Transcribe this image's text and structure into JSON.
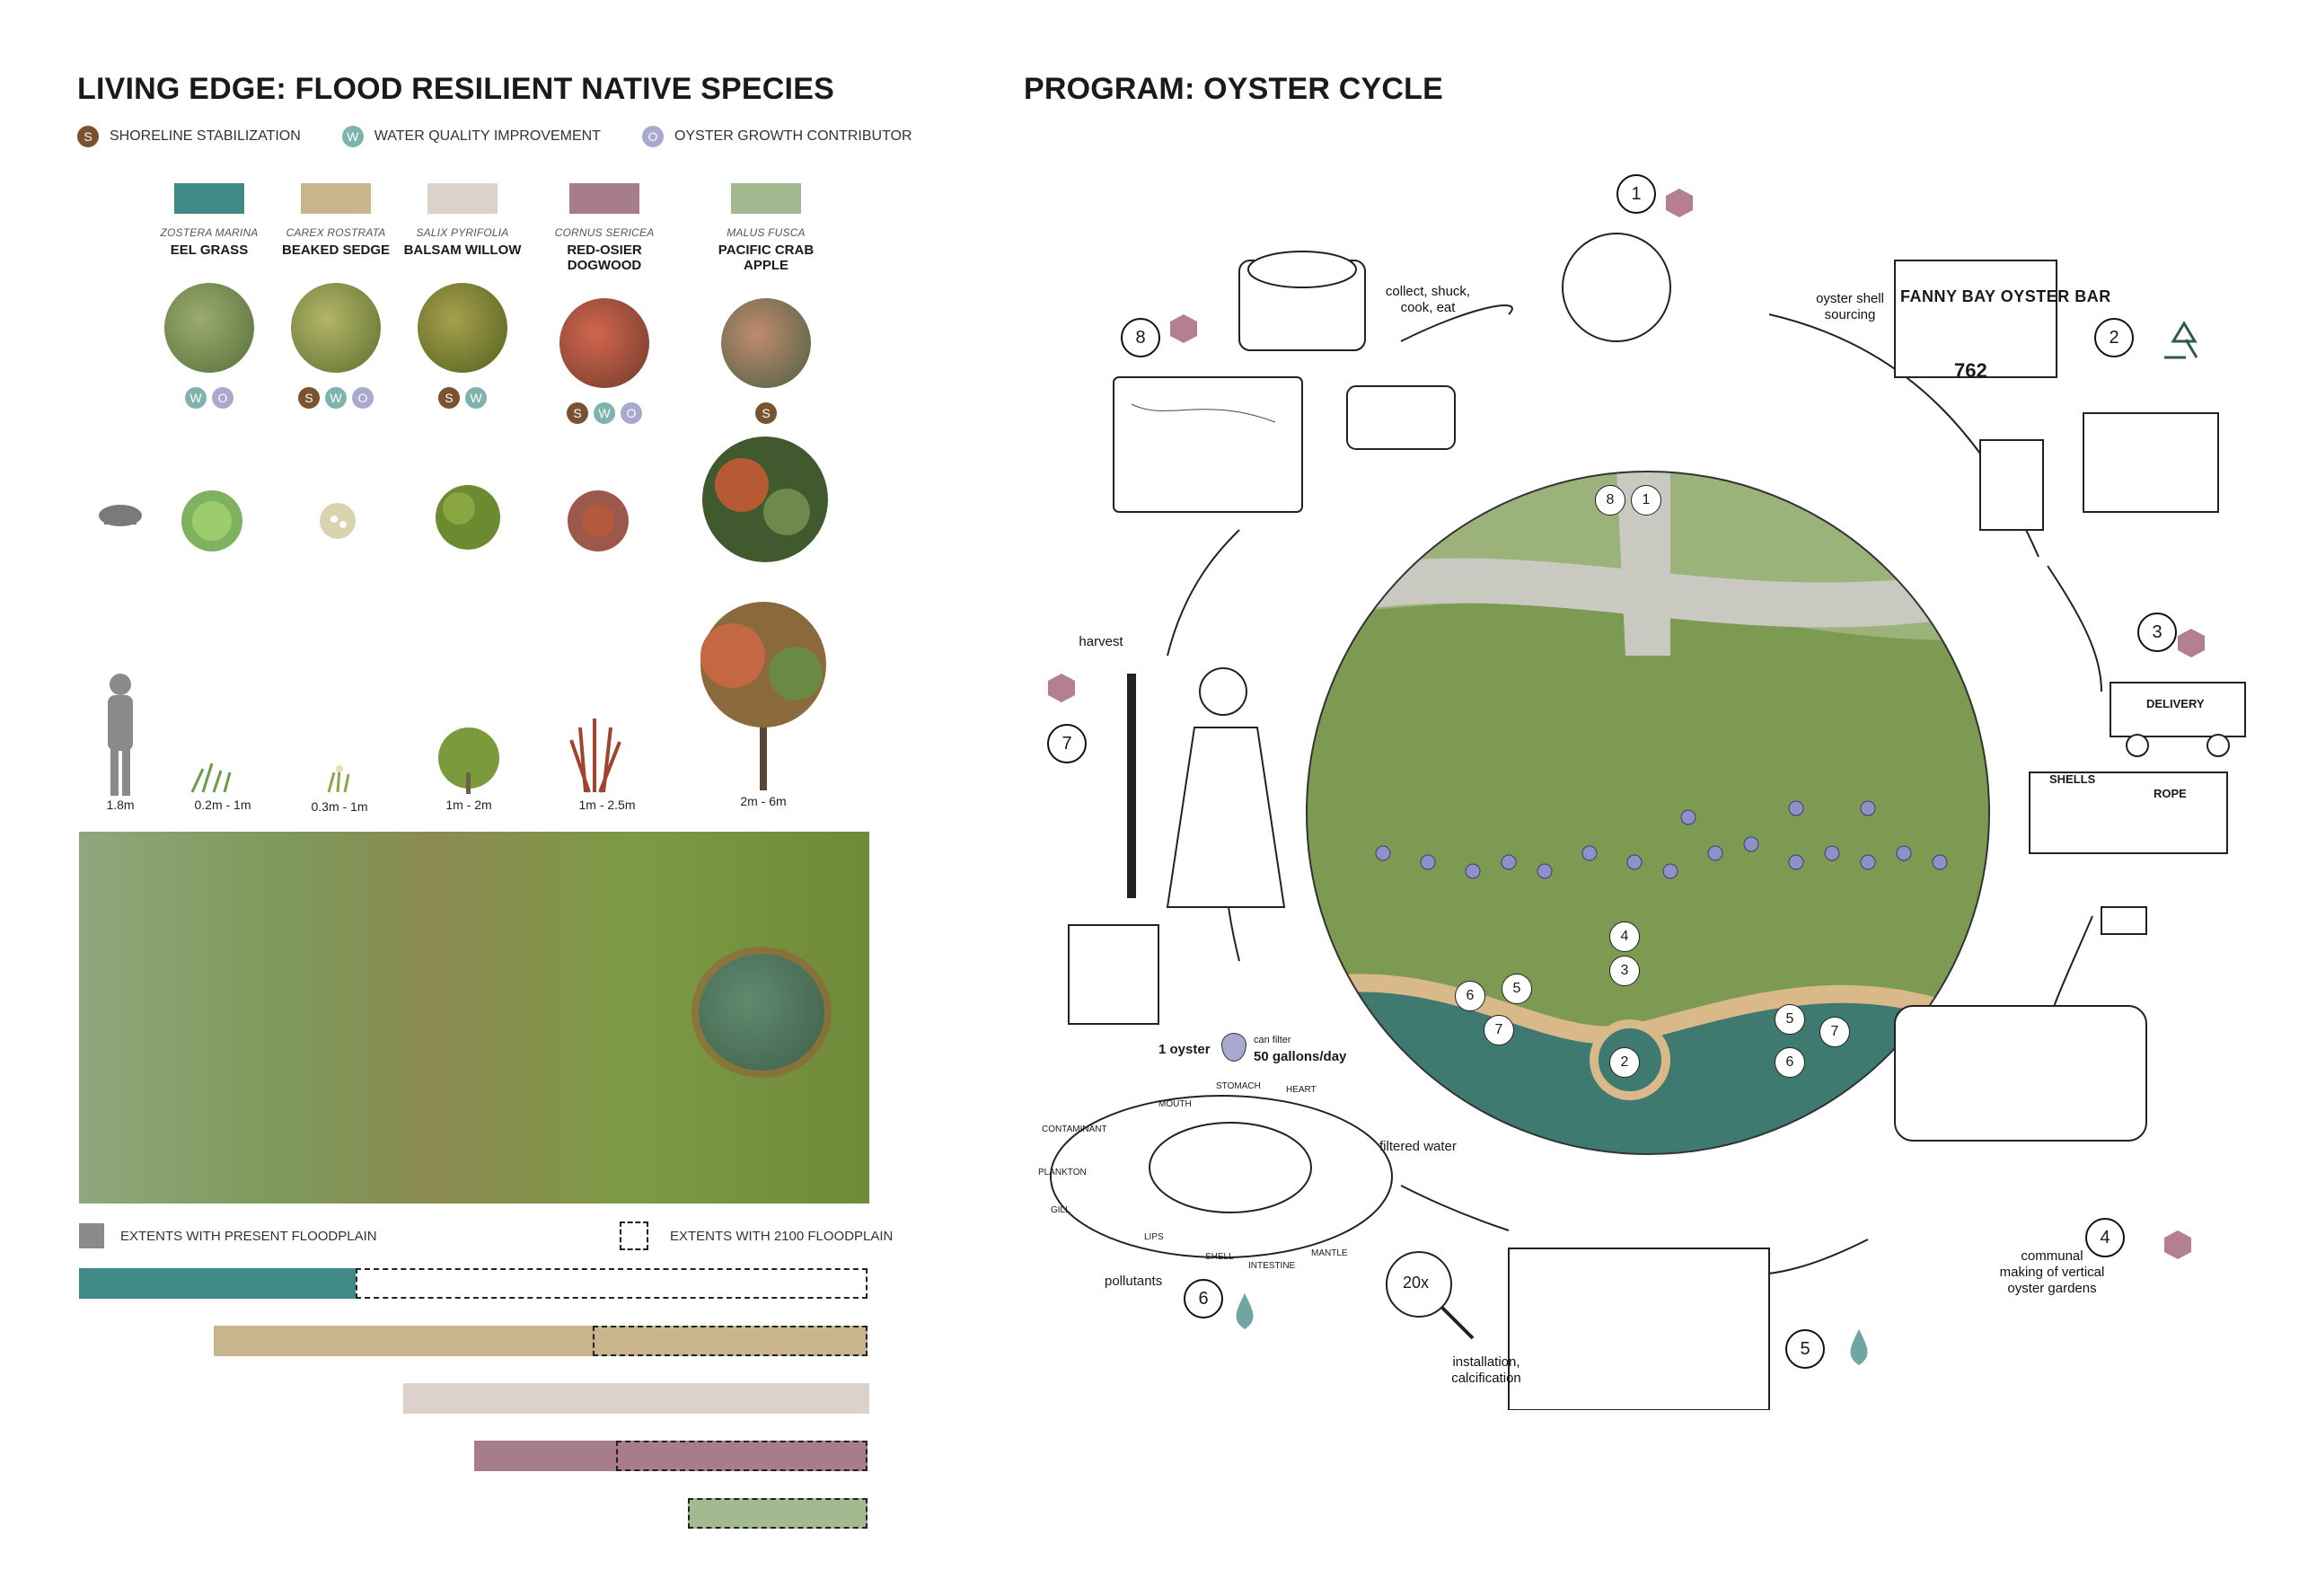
{
  "left": {
    "title": "LIVING EDGE: FLOOD RESILIENT NATIVE SPECIES",
    "legend": [
      {
        "code": "S",
        "label": "SHORELINE STABILIZATION",
        "color": "#7a5230"
      },
      {
        "code": "W",
        "label": "WATER QUALITY IMPROVEMENT",
        "color": "#7fb3ad"
      },
      {
        "code": "O",
        "label": "OYSTER GROWTH CONTRIBUTOR",
        "color": "#a9a8cf"
      }
    ],
    "species": [
      {
        "latin": "ZOSTERA MARINA",
        "common": "EEL GRASS",
        "color": "#3f8a86",
        "photo": "#6d8a47",
        "badges": [
          "W",
          "O"
        ],
        "height": "0.2m - 1m",
        "extent_present": [
          0,
          0.35
        ],
        "extent_future": [
          0.35,
          1.0
        ]
      },
      {
        "latin": "CAREX ROSTRATA",
        "common": "BEAKED SEDGE",
        "color": "#c9b58d",
        "photo": "#7f8d3c",
        "badges": [
          "S",
          "W",
          "O"
        ],
        "height": "0.3m - 1m",
        "extent_present": [
          0.17,
          0.65
        ],
        "extent_future": [
          0.65,
          1.0
        ]
      },
      {
        "latin": "SALIX PYRIFOLIA",
        "common": "BALSAM WILLOW",
        "color": "#ddd1cb",
        "photo": "#76803b",
        "badges": [
          "S",
          "W"
        ],
        "height": "1m - 2m",
        "extent_present": [
          0.41,
          1.0
        ],
        "extent_future": null
      },
      {
        "latin": "CORNUS SERICEA",
        "common": "RED-OSIER DOGWOOD",
        "color": "#a77d8d",
        "photo": "#b45442",
        "badges": [
          "S",
          "W",
          "O"
        ],
        "height": "1m - 2.5m",
        "extent_present": [
          0.5,
          0.68
        ],
        "extent_future": [
          0.68,
          1.0
        ]
      },
      {
        "latin": "MALUS FUSCA",
        "common": "PACIFIC CRAB APPLE",
        "color": "#a3b98f",
        "photo": "#6f7a55",
        "badges": [
          "S"
        ],
        "height": "2m - 6m",
        "extent_present": null,
        "extent_future": [
          0.77,
          1.0
        ]
      }
    ],
    "person_height": "1.8m",
    "extent_legend": {
      "present": "EXTENTS WITH PRESENT FLOODPLAIN",
      "future": "EXTENTS WITH 2100 FLOODPLAIN"
    }
  },
  "right": {
    "title": "PROGRAM: OYSTER CYCLE",
    "steps": [
      {
        "n": "1",
        "label": "collect, shuck,\ncook, eat"
      },
      {
        "n": "2",
        "label": "oyster shell\nsourcing"
      },
      {
        "n": "3",
        "label": ""
      },
      {
        "n": "4",
        "label": "communal\nmaking of vertical\noyster gardens"
      },
      {
        "n": "5",
        "label": "installation,\ncalcification"
      },
      {
        "n": "6",
        "label": ""
      },
      {
        "n": "7",
        "label": "harvest"
      },
      {
        "n": "8",
        "label": ""
      }
    ],
    "sign": {
      "line1": "FANNY BAY OYSTER BAR",
      "number": "762"
    },
    "truck_label": "DELIVERY",
    "crate_labels": [
      "SHELLS",
      "ROPE"
    ],
    "oyster_note": {
      "count": "1 oyster",
      "can_filter": "can filter",
      "rate": "50 gallons/day"
    },
    "anatomy": [
      "MOUTH",
      "STOMACH",
      "HEART",
      "CONTAMINANT",
      "PLANKTON",
      "LIPS",
      "GILL",
      "SHELL",
      "MANTLE",
      "INTESTINE"
    ],
    "filtered_water": "filtered water",
    "pollutants": "pollutants",
    "magnify": "20x"
  },
  "colors": {
    "teal": "#3f8a86",
    "tan": "#c9b58d",
    "pink": "#ddd1cb",
    "mauve": "#a77d8d",
    "sage": "#a3b98f",
    "grey": "#8a8a8a",
    "hex": "#b57f93",
    "drop": "#6fa5a3"
  }
}
